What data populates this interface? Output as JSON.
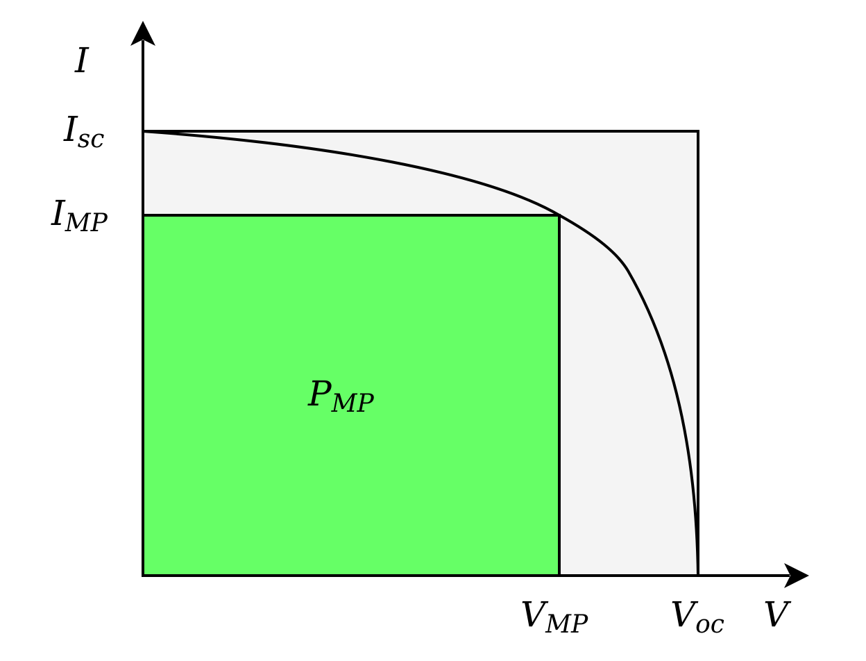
{
  "labels": {
    "y_axis": "I",
    "x_axis": "V",
    "i_sc": {
      "main": "I",
      "sub": "sc"
    },
    "i_mp": {
      "main": "I",
      "sub": "MP"
    },
    "v_mp": {
      "main": "V",
      "sub": "MP"
    },
    "v_oc": {
      "main": "V",
      "sub": "oc"
    },
    "p_mp": {
      "main": "P",
      "sub": "MP"
    }
  },
  "colors": {
    "outer_rectangle_fill": "#f4f4f4",
    "mpp_rectangle_fill": "#66ff66",
    "lines": "#000000"
  }
}
